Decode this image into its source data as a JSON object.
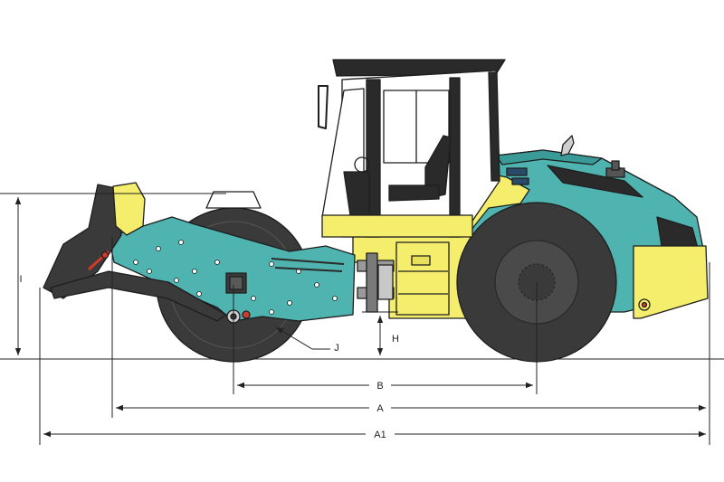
{
  "dimension_labels": {
    "I": "I",
    "H": "H",
    "J": "J",
    "B": "B",
    "A": "A",
    "A1": "A1"
  },
  "colors": {
    "body_teal": "#4fb3b0",
    "body_yellow": "#f4ee6c",
    "tire_dark": "#3a3a3a",
    "cab_frame": "#2a2a2a",
    "outline": "#1e1e1e",
    "dim_line": "#222222",
    "hydraulic_red": "#d23a2a"
  },
  "icons": {
    "machine": "soil-compactor-roller-icon",
    "leveling_blade": "leveling-blade-icon",
    "front_drum": "front-drum-icon",
    "rear_wheel": "rear-wheel-icon",
    "cab": "operator-cab-icon"
  }
}
